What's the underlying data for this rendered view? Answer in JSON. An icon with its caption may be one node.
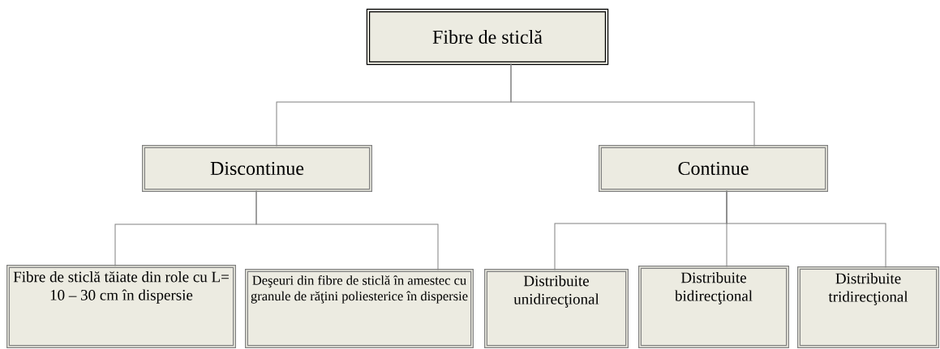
{
  "diagram": {
    "nodes": [
      {
        "text": [
          "Fibre de sticlă"
        ]
      },
      {
        "text": [
          "Discontinue"
        ]
      },
      {
        "text": [
          "Continue"
        ]
      },
      {
        "text": [
          "Fibre de sticlă tăiate din role cu L= 10 – 30 cm în dispersie"
        ]
      },
      {
        "text": [
          "Deşeuri din fibre de sticlă în amestec cu granule de răţini poliesterice în dispersie"
        ]
      },
      {
        "text": [
          "Distribuite unidirecţional"
        ]
      },
      {
        "text": [
          "Distribuite bidirecţional"
        ]
      },
      {
        "text": [
          "Distribuite tridirecţional"
        ]
      }
    ],
    "edges": [
      {
        "from": 0,
        "to": 1,
        "arrow": "none"
      },
      {
        "from": 0,
        "to": 2,
        "arrow": "none"
      },
      {
        "from": 1,
        "to": 3,
        "arrow": "none"
      },
      {
        "from": 1,
        "to": 4,
        "arrow": "none"
      },
      {
        "from": 2,
        "to": 5,
        "arrow": "none"
      },
      {
        "from": 2,
        "to": 6,
        "arrow": "none"
      },
      {
        "from": 2,
        "to": 7,
        "arrow": "none"
      }
    ]
  }
}
